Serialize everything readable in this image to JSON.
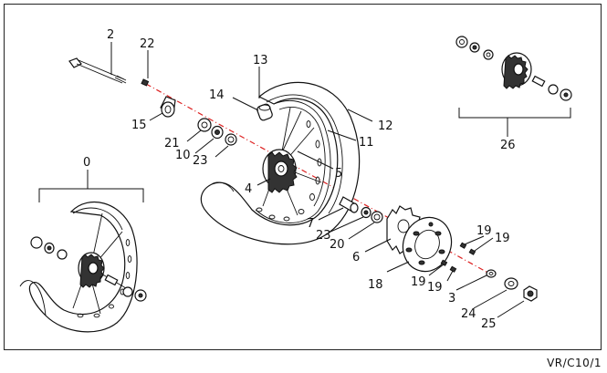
{
  "diagram": {
    "reference": "VR/C10/1",
    "callouts": {
      "p0": "0",
      "p2": "2",
      "p22": "22",
      "p13": "13",
      "p14": "14",
      "p15": "15",
      "p12": "12",
      "p11": "11",
      "p21": "21",
      "p10": "10",
      "p23a": "23",
      "p5": "5",
      "p4": "4",
      "p7": "7",
      "p23b": "23",
      "p20": "20",
      "p6": "6",
      "p18": "18",
      "p19a": "19",
      "p19b": "19",
      "p19c": "19",
      "p19d": "19",
      "p3": "3",
      "p24": "24",
      "p25": "25",
      "p26": "26"
    }
  }
}
